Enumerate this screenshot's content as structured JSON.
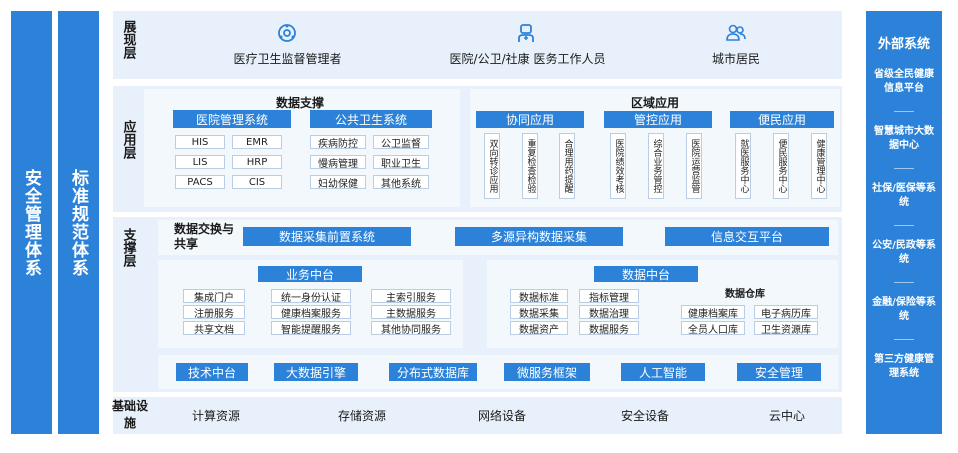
{
  "left_pillars": [
    "安全管理体系",
    "标准规范体系"
  ],
  "layers": {
    "presentation": {
      "label": "展现层",
      "users": [
        "医疗卫生监督管理者",
        "医院/公卫/社康 医务工作人员",
        "城市居民"
      ]
    },
    "application": {
      "label": "应用层",
      "data_support": {
        "title": "数据支撑",
        "hospital": {
          "title": "医院管理系统",
          "items": [
            "HIS",
            "EMR",
            "LIS",
            "HRP",
            "PACS",
            "CIS"
          ]
        },
        "public_health": {
          "title": "公共卫生系统",
          "items": [
            "疾病防控",
            "公卫监督",
            "慢病管理",
            "职业卫生",
            "妇幼保健",
            "其他系统"
          ]
        }
      },
      "regional": {
        "title": "区域应用",
        "collab": {
          "title": "协同应用",
          "items": [
            "双向转诊应用",
            "重复检查检验",
            "合理用药提醒"
          ]
        },
        "control": {
          "title": "管控应用",
          "items": [
            "医院绩效考核",
            "综合业务管控",
            "医院运营监管"
          ]
        },
        "convenience": {
          "title": "便民应用",
          "items": [
            "就医服务中心",
            "便民服务中心",
            "健康管理中心"
          ]
        }
      }
    },
    "support": {
      "label": "支撑层",
      "exchange": {
        "title": "数据交换与共享",
        "items": [
          "数据采集前置系统",
          "多源异构数据采集",
          "信息交互平台"
        ]
      },
      "business_platform": {
        "title": "业务中台",
        "items": [
          "集成门户",
          "统一身份认证",
          "主索引服务",
          "注册服务",
          "健康档案服务",
          "主数据服务",
          "共享文档",
          "智能提醒服务",
          "其他协同服务"
        ]
      },
      "data_platform": {
        "title": "数据中台",
        "items": [
          "数据标准",
          "指标管理",
          "数据采集",
          "数据治理",
          "数据资产",
          "数据服务"
        ],
        "warehouse": {
          "title": "数据仓库",
          "items": [
            "健康档案库",
            "电子病历库",
            "全员人口库",
            "卫生资源库"
          ]
        }
      },
      "tech": [
        "技术中台",
        "大数据引擎",
        "分布式数据库",
        "微服务框架",
        "人工智能",
        "安全管理"
      ]
    },
    "infrastructure": {
      "label": "基础设施",
      "items": [
        "计算资源",
        "存储资源",
        "网络设备",
        "安全设备",
        "云中心"
      ]
    }
  },
  "external": {
    "title": "外部系统",
    "items": [
      "省级全民健康信息平台",
      "智慧城市大数据中心",
      "社保/医保等系统",
      "公安/民政等系统",
      "金融/保险等系统",
      "第三方健康管理系统"
    ]
  },
  "colors": {
    "accent": "#2b82d8",
    "panel": "#e8f1fb",
    "chip_border": "#b9cde4"
  }
}
